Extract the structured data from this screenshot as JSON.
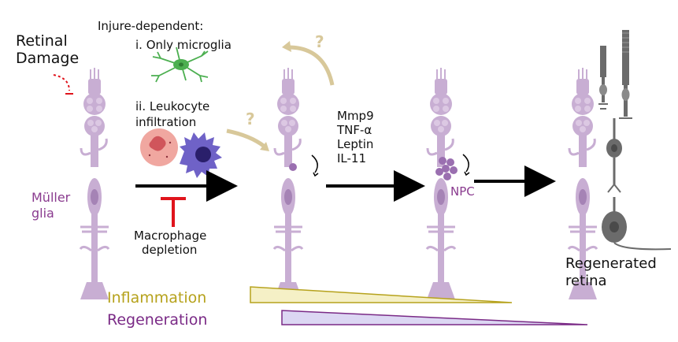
{
  "labels": {
    "retinal_damage_1": "Retinal",
    "retinal_damage_2": "Damage",
    "injure_dependent": "Injure-dependent:",
    "only_microglia": "i. Only microglia",
    "leukocyte_1": "ii. Leukocyte",
    "leukocyte_2": "infiltration",
    "muller_1": "Müller",
    "muller_2": "glia",
    "macrophage_1": "Macrophage",
    "macrophage_2": "depletion",
    "question_1": "?",
    "question_2": "?",
    "factor_1": "Mmp9",
    "factor_2": "TNF-α",
    "factor_3": "Leptin",
    "factor_4": "IL-11",
    "npc": "NPC",
    "regenerated_1": "Regenerated",
    "regenerated_2": "retina",
    "inflammation": "Inflammation",
    "regeneration": "Regeneration"
  },
  "colors": {
    "muller_glia": "#c8aed3",
    "muller_dark": "#a583b5",
    "npc": "#9a6fb0",
    "microglia": "#4caf50",
    "leukocyte_cell": "#f0a7a0",
    "macrophage": "#6f62c7",
    "inhibit_red": "#e0141c",
    "question_tan": "#d8c89a",
    "inflammation_fill": "#f5f0c6",
    "inflammation_text": "#b6a21c",
    "regeneration_fill": "#dcd7f3",
    "regeneration_text": "#7a2a86",
    "photoreceptor_gray": "#6b6b6b"
  },
  "icons": {
    "microglia": "microglia-icon",
    "leukocyte": "leukocyte-icon",
    "macrophage": "macrophage-icon",
    "inhibition": "inhibition-t-bar-icon",
    "damage_signal": "dashed-damage-arrow-icon"
  }
}
